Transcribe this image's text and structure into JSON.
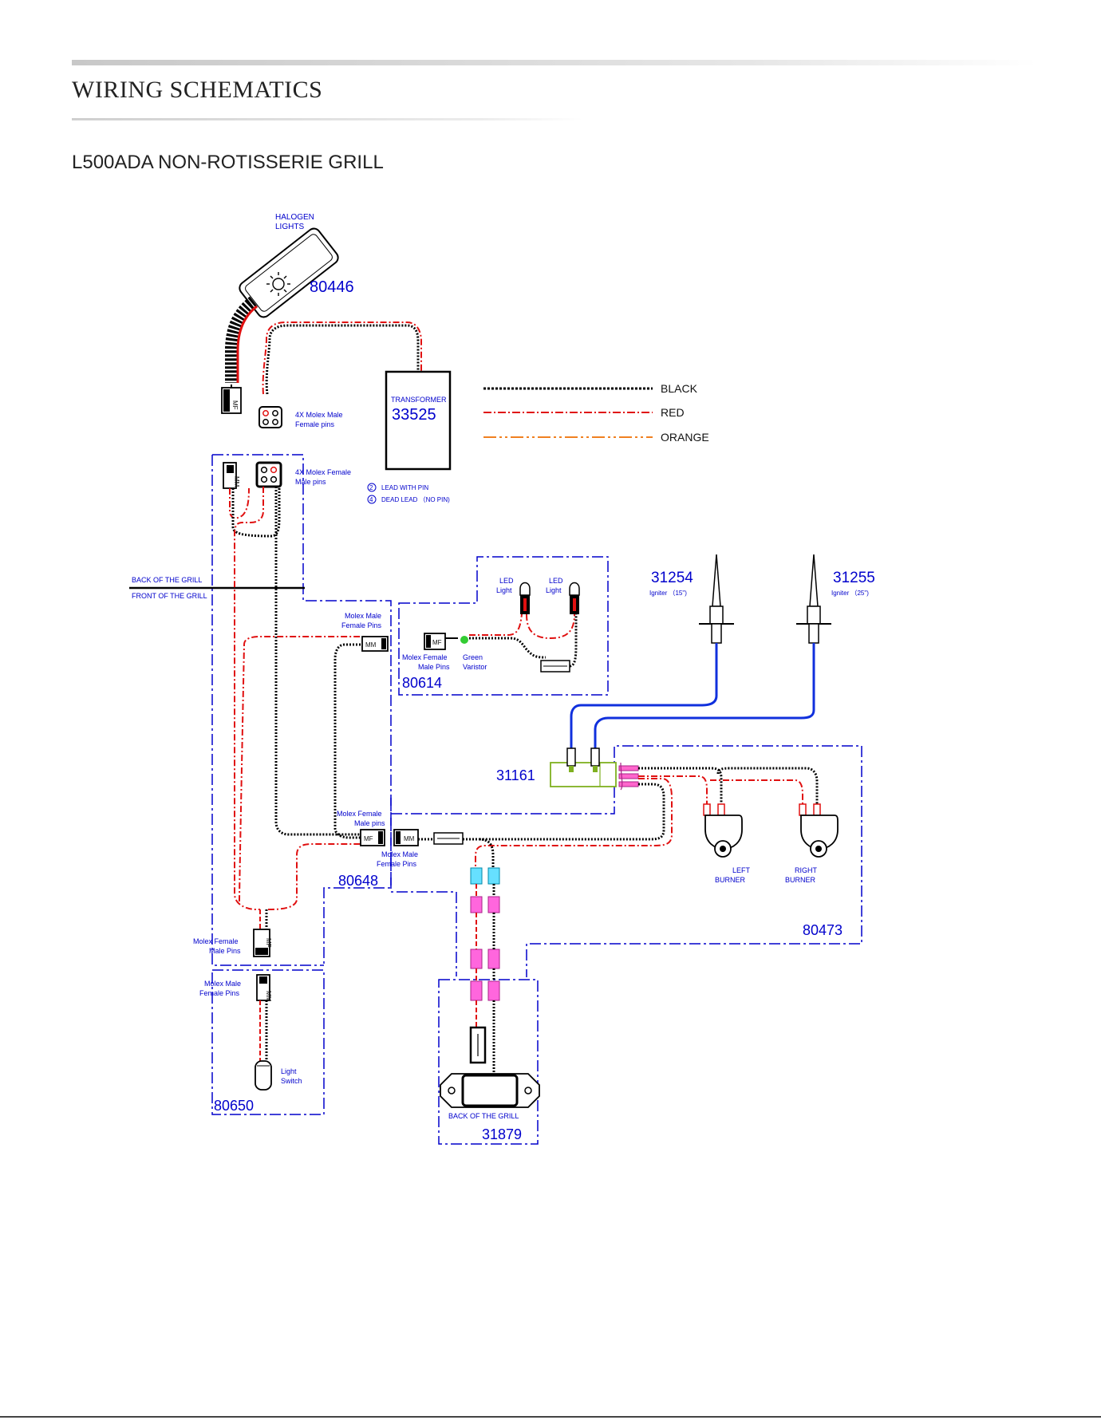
{
  "header": {
    "title": "WIRING SCHEMATICS",
    "subtitle": "L500ADA NON-ROTISSERIE GRILL"
  },
  "legend": [
    {
      "label": "BLACK",
      "color": "#000000"
    },
    {
      "label": "RED",
      "color": "#e01010"
    },
    {
      "label": "ORANGE",
      "color": "#f08020"
    }
  ],
  "labels": {
    "halogen": "HALOGEN",
    "lights": "LIGHTS",
    "transformer": "TRANSFORMER",
    "molex_4x_male_1": "4X Molex Male",
    "molex_4x_male_2": "Female pins",
    "molex_4x_female_1": "4X Molex Female",
    "molex_4x_female_2": "Male pins",
    "lead_with_pin": "LEAD WITH PIN",
    "dead_lead": "DEAD LEAD （NO PIN)",
    "back_of_grill": "BACK OF THE GRILL",
    "front_of_grill": "FRONT OF THE GRILL",
    "led_light_a1": "LED",
    "led_light_a2": "Light",
    "led_light_b1": "LED",
    "led_light_b2": "Light",
    "molex_male_female_pins_1a": "Molex Male",
    "molex_male_female_pins_1b": "Female Pins",
    "molex_female_male_pins_1a": "Molex Female",
    "molex_female_male_pins_1b": "Male Pins",
    "green_varistor_1": "Green",
    "green_varistor_2": "Varistor",
    "igniter_15": "Igniter （15\")",
    "igniter_25": "Igniter （25\")",
    "molex_female_male_pins_2a": "Molex Female",
    "molex_female_male_pins_2b": "Male pins",
    "molex_male_female_pins_2a": "Molex Male",
    "molex_male_female_pins_2b": "Female Pins",
    "left_burner_1": "LEFT",
    "left_burner_2": "BURNER",
    "right_burner_1": "RIGHT",
    "right_burner_2": "BURNER",
    "molex_female_male_pins_3a": "Molex Female",
    "molex_female_male_pins_3b": "Male Pins",
    "molex_male_female_pins_3a": "Molex Male",
    "molex_male_female_pins_3b": "Female Pins",
    "light_switch_1": "Light",
    "light_switch_2": "Switch",
    "back_of_grill_2": "BACK OF THE GRILL",
    "pin_2": "2",
    "pin_4": "4",
    "mf": "MF",
    "mm": "MM"
  },
  "parts": {
    "p80446": "80446",
    "p33525": "33525",
    "p80614": "80614",
    "p31254": "31254",
    "p31255": "31255",
    "p31161": "31161",
    "p80648": "80648",
    "p80473": "80473",
    "p80650": "80650",
    "p31879": "31879"
  }
}
